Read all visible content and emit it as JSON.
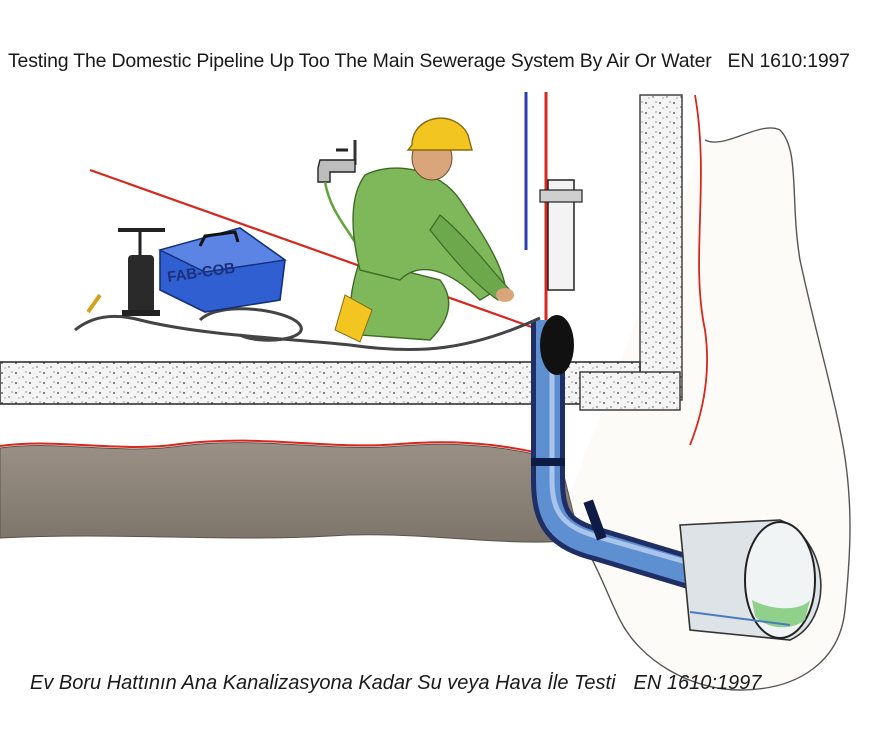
{
  "captions": {
    "top_text": "Testing The Domestic Pipeline Up Too The Main Sewerage System By Air Or Water",
    "top_standard": "EN 1610:1997",
    "bottom_text": "Ev Boru Hattının Ana Kanalizasyona Kadar Su veya Hava İle Testi",
    "bottom_standard": "EN 1610:1997"
  },
  "equipment": {
    "box_label": "FAB-COB"
  },
  "colors": {
    "helmet": "#f2c521",
    "overalls": "#7fb85a",
    "toolbox": "#2f5fd1",
    "pipe": "#4a7bc0",
    "plug": "#111111",
    "red_line": "#d8271d",
    "soil": "#8a7f74",
    "concrete": "#eeeeee"
  }
}
